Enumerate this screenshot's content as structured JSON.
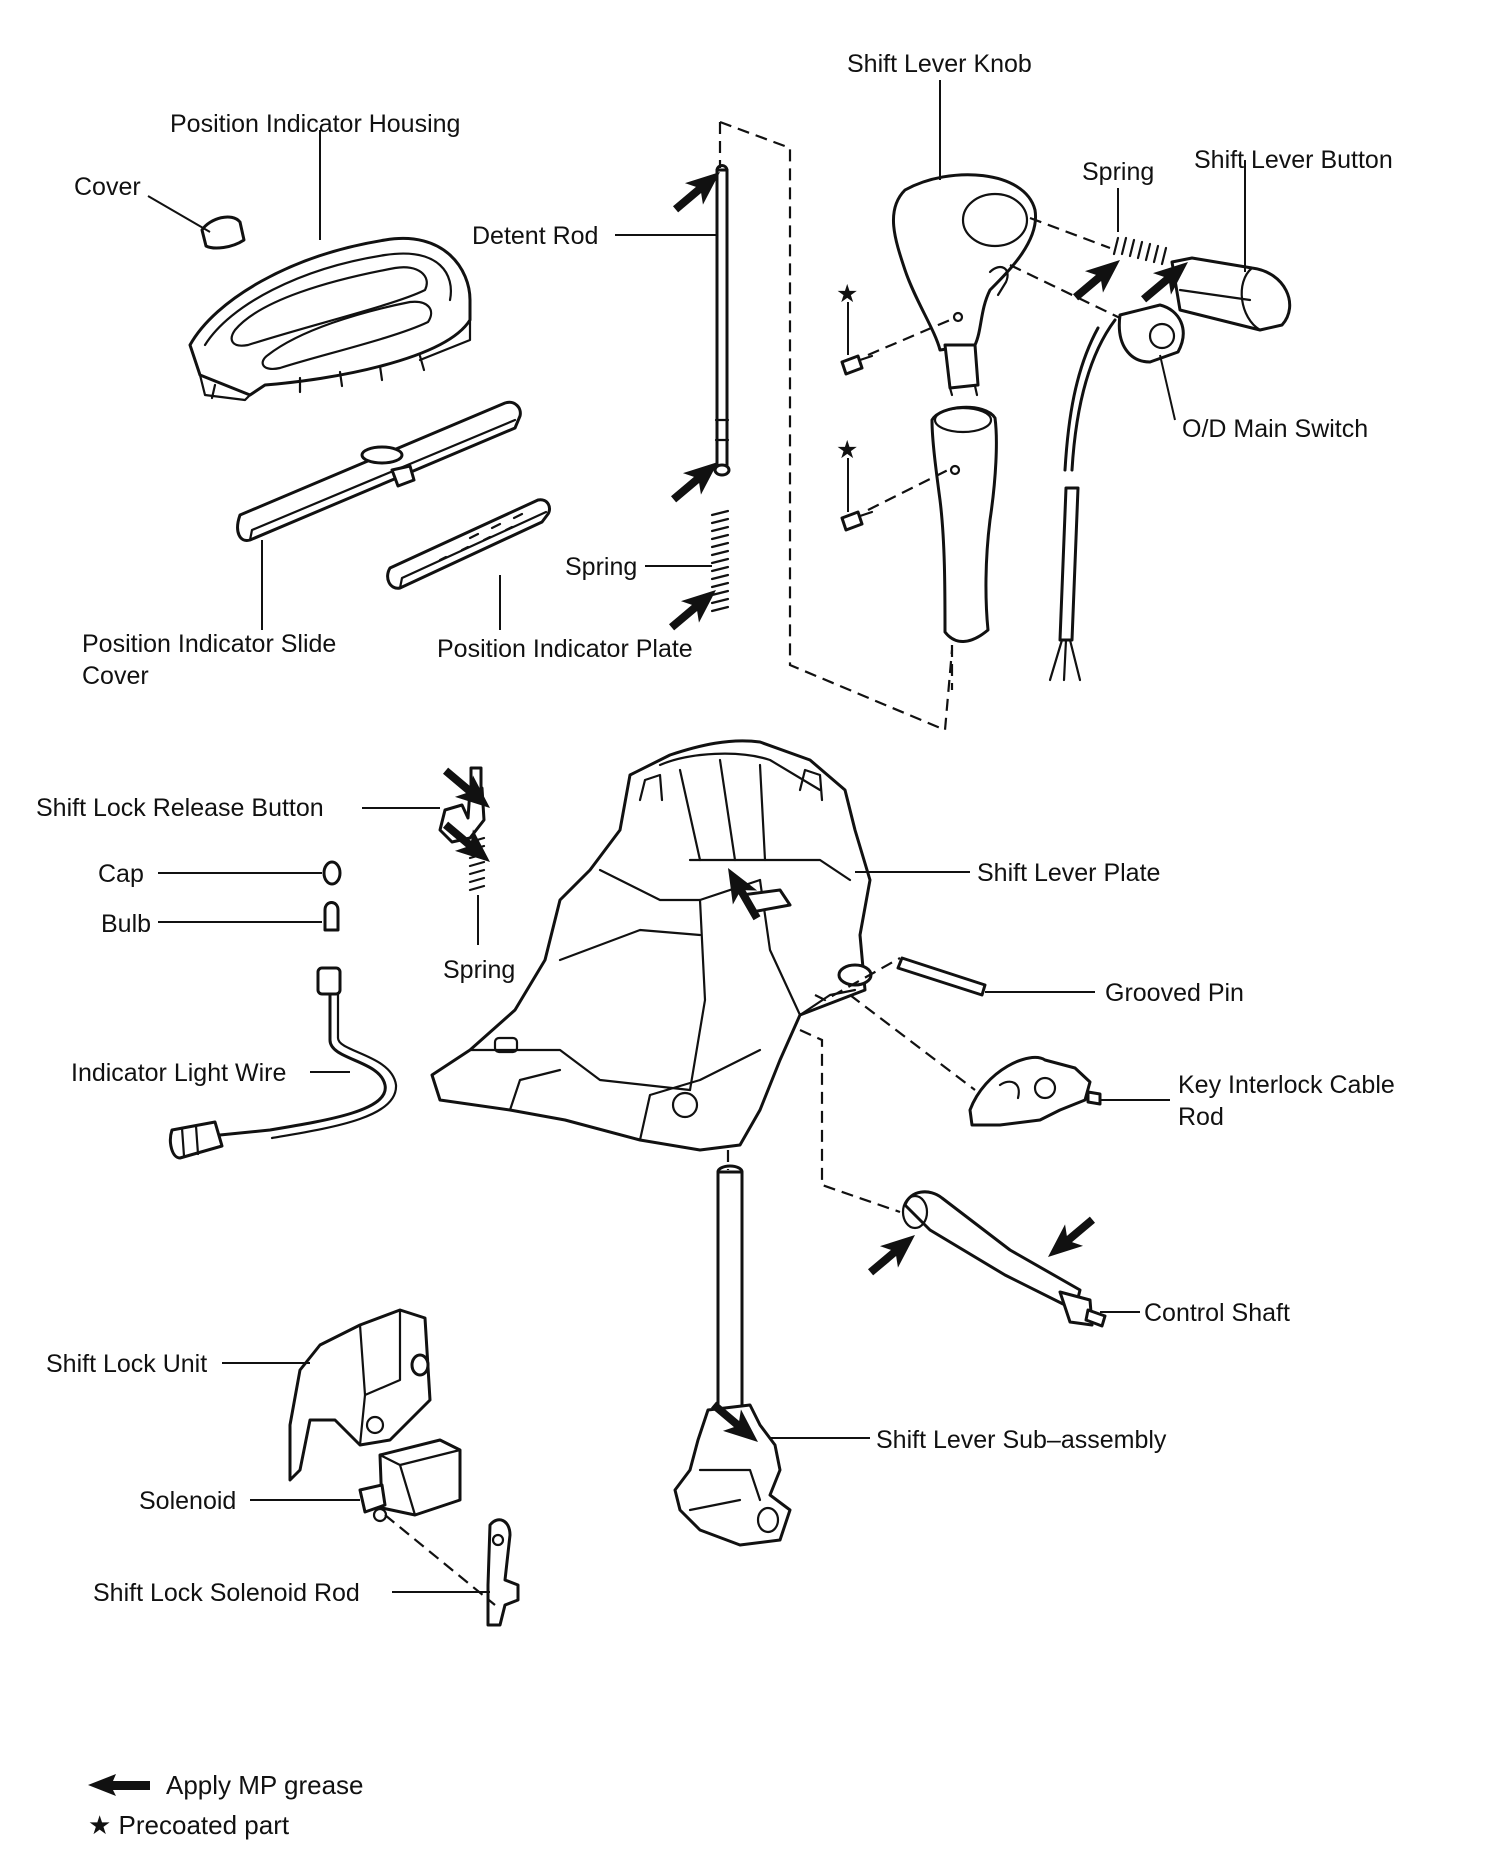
{
  "labels": {
    "shift_lever_knob": "Shift Lever Knob",
    "position_indicator_housing": "Position Indicator Housing",
    "spring_top": "Spring",
    "shift_lever_button": "Shift Lever Button",
    "cover": "Cover",
    "detent_rod": "Detent Rod",
    "od_main_switch": "O/D Main Switch",
    "spring_mid": "Spring",
    "position_indicator_slide_cover_line1": "Position Indicator Slide",
    "position_indicator_slide_cover_line2": "Cover",
    "position_indicator_plate": "Position Indicator Plate",
    "shift_lock_release_button": "Shift Lock Release Button",
    "cap": "Cap",
    "bulb": "Bulb",
    "spring_lower": "Spring",
    "shift_lever_plate": "Shift Lever Plate",
    "grooved_pin": "Grooved Pin",
    "indicator_light_wire": "Indicator Light Wire",
    "key_interlock_cable_rod_line1": "Key Interlock Cable",
    "key_interlock_cable_rod_line2": "Rod",
    "control_shaft": "Control Shaft",
    "shift_lock_unit": "Shift Lock Unit",
    "shift_lever_sub_assembly": "Shift Lever Sub–assembly",
    "solenoid": "Solenoid",
    "shift_lock_solenoid_rod": "Shift Lock Solenoid Rod"
  },
  "symbols": {
    "star": "★"
  },
  "legend": {
    "grease": "Apply MP grease",
    "precoated": "★ Precoated part"
  }
}
